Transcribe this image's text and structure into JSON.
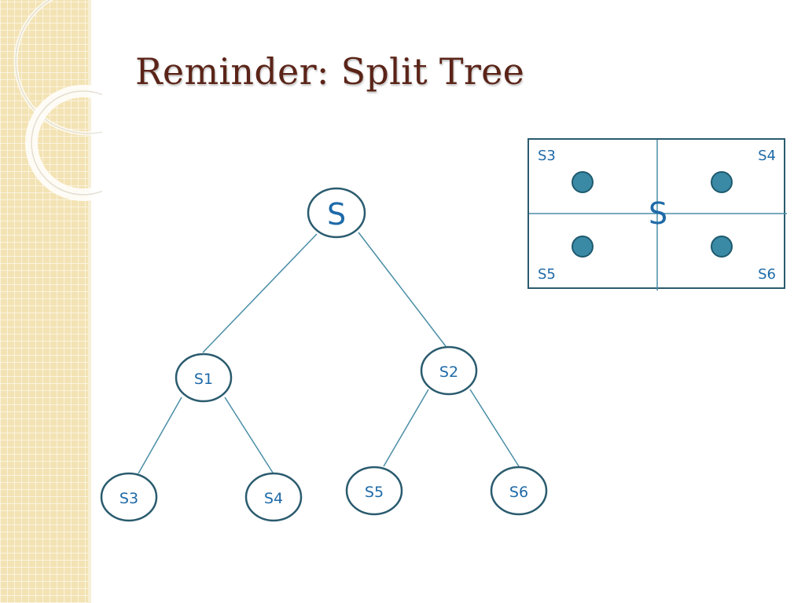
{
  "slide": {
    "title": "Reminder: Split Tree"
  },
  "tree": {
    "nodes": [
      {
        "id": "root",
        "label": "S"
      },
      {
        "id": "s1",
        "label": "S1"
      },
      {
        "id": "s2",
        "label": "S2"
      },
      {
        "id": "s3",
        "label": "S3"
      },
      {
        "id": "s4",
        "label": "S4"
      },
      {
        "id": "s5",
        "label": "S5"
      },
      {
        "id": "s6",
        "label": "S6"
      }
    ],
    "edges": [
      [
        "root",
        "s1"
      ],
      [
        "root",
        "s2"
      ],
      [
        "s1",
        "s3"
      ],
      [
        "s1",
        "s4"
      ],
      [
        "s2",
        "s5"
      ],
      [
        "s2",
        "s6"
      ]
    ]
  },
  "region_diagram": {
    "center_label": "S",
    "quadrants": {
      "top_left": "S3",
      "top_right": "S4",
      "bottom_left": "S5",
      "bottom_right": "S6"
    },
    "point_color": "#3a8aa6"
  },
  "colors": {
    "title": "#5b2418",
    "node_stroke": "#2a5b6e",
    "edge": "#4a8ea6",
    "label": "#1e6aa8",
    "side_strip": "#f3e3b4"
  }
}
